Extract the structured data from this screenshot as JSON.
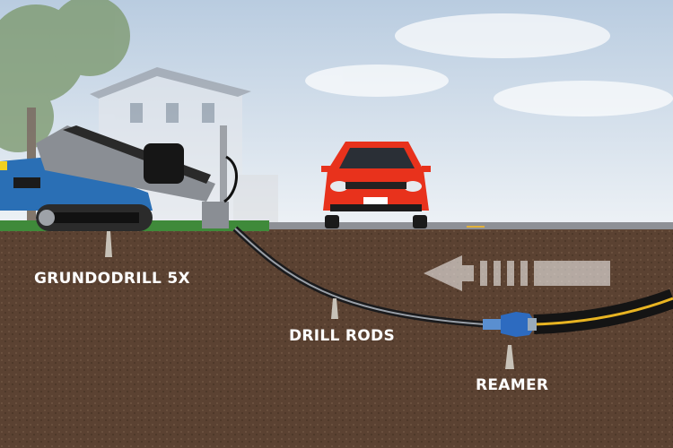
{
  "labels": {
    "machine": "GRUNDODRILL 5X",
    "rods": "DRILL RODS",
    "reamer": "REAMER"
  },
  "colors": {
    "soil": "#5b4232",
    "sky": "#dfe8f0",
    "machine_blue": "#2a6fb5",
    "car_red": "#e8321c",
    "pipe_stripe": "#e8b422"
  }
}
